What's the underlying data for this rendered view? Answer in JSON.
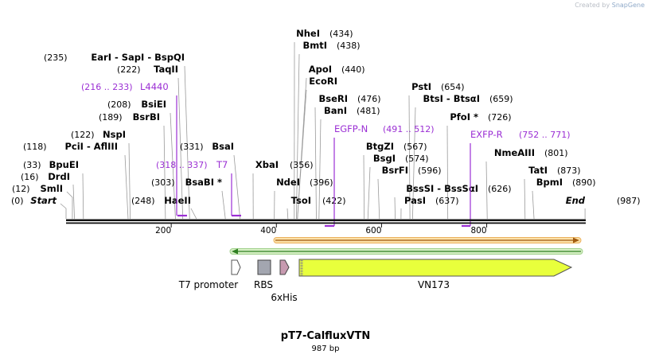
{
  "watermark": {
    "prefix": "Created by",
    "brand": "SnapGene"
  },
  "plasmid": {
    "name": "pT7-CalfluxVTN",
    "size_label": "987 bp"
  },
  "colors": {
    "backbone": "#111111",
    "primer": "#9b2fd4",
    "orf_outline": "#d98a1c",
    "orf_fill": "#fde1a8",
    "green_line": "#3c9a2c",
    "vn173_fill": "#e8ff3c",
    "rbs_fill": "#a3a6b0",
    "his_fill": "#c79ab0"
  },
  "axis": {
    "ticks": [
      {
        "value": 200,
        "label": "200"
      },
      {
        "value": 400,
        "label": "400"
      },
      {
        "value": 600,
        "label": "600"
      },
      {
        "value": 800,
        "label": "800"
      }
    ]
  },
  "sites": [
    {
      "name": "Start",
      "pos": "(0)",
      "style": "italic",
      "bp": 0
    },
    {
      "name": "SmlI",
      "pos": "(12)",
      "bp": 12
    },
    {
      "name": "DrdI",
      "pos": "(16)",
      "bp": 16
    },
    {
      "name": "BpuEI",
      "pos": "(33)",
      "bp": 33
    },
    {
      "name": "PciI - AflIII",
      "pos": "(118)",
      "bp": 118
    },
    {
      "name": "NspI",
      "pos": "(122)",
      "bp": 122
    },
    {
      "name": "BsrBI",
      "pos": "(189)",
      "bp": 189
    },
    {
      "name": "BsiEI",
      "pos": "(208)",
      "bp": 208
    },
    {
      "name": "TaqII",
      "pos": "(222)",
      "bp": 222
    },
    {
      "name": "EarI - SapI - BspQI",
      "pos": "(235)",
      "bp": 235
    },
    {
      "name": "HaeII",
      "pos": "(248)",
      "bp": 248
    },
    {
      "name": "BsaBI *",
      "pos": "(303)",
      "bp": 303
    },
    {
      "name": "BsaI",
      "pos": "(331)",
      "bp": 331
    },
    {
      "name": "XbaI",
      "pos": "(356)",
      "bp": 356
    },
    {
      "name": "NdeI",
      "pos": "(396)",
      "bp": 396
    },
    {
      "name": "TsoI",
      "pos": "(422)",
      "bp": 422
    },
    {
      "name": "NheI",
      "pos": "(434)",
      "bp": 434
    },
    {
      "name": "BmtI",
      "pos": "(438)",
      "bp": 438
    },
    {
      "name": "ApoI",
      "pos": "(440)",
      "bp": 440
    },
    {
      "name": "EcoRI",
      "pos": "",
      "bp": 440
    },
    {
      "name": "BseRI",
      "pos": "(476)",
      "bp": 476
    },
    {
      "name": "BanI",
      "pos": "(481)",
      "bp": 481
    },
    {
      "name": "BtgZI",
      "pos": "(567)",
      "bp": 567
    },
    {
      "name": "BsgI",
      "pos": "(574)",
      "bp": 574
    },
    {
      "name": "BsrFI",
      "pos": "(596)",
      "bp": 596
    },
    {
      "name": "BssSI - BssSαI",
      "pos": "(626)",
      "bp": 626
    },
    {
      "name": "PasI",
      "pos": "(637)",
      "bp": 637
    },
    {
      "name": "PstI",
      "pos": "(654)",
      "bp": 654
    },
    {
      "name": "BtsI - BtsαI",
      "pos": "(659)",
      "bp": 659
    },
    {
      "name": "PfoI *",
      "pos": "(726)",
      "bp": 726
    },
    {
      "name": "NmeAIII",
      "pos": "(801)",
      "bp": 801
    },
    {
      "name": "TatI",
      "pos": "(873)",
      "bp": 873
    },
    {
      "name": "BpmI",
      "pos": "(890)",
      "bp": 890
    },
    {
      "name": "End",
      "pos": "(987)",
      "style": "italic",
      "bp": 987
    }
  ],
  "primers": [
    {
      "name": "L4440",
      "range": "(216 .. 233)",
      "start": 216,
      "end": 233
    },
    {
      "name": "T7",
      "range": "(318 .. 337)",
      "start": 318,
      "end": 337
    },
    {
      "name": "EGFP-N",
      "range": "(491 .. 512)",
      "start": 491,
      "end": 512
    },
    {
      "name": "EXFP-R",
      "range": "(752 .. 771)",
      "start": 752,
      "end": 771
    }
  ],
  "features": [
    {
      "name": "T7 promoter",
      "start": 313,
      "end": 331,
      "kind": "promoter"
    },
    {
      "name": "RBS",
      "start": 362,
      "end": 384,
      "kind": "rbs"
    },
    {
      "name": "6xHis",
      "start": 394,
      "end": 412,
      "kind": "tag"
    },
    {
      "name": "VN173",
      "start": 417,
      "end": 947,
      "kind": "cds"
    }
  ]
}
